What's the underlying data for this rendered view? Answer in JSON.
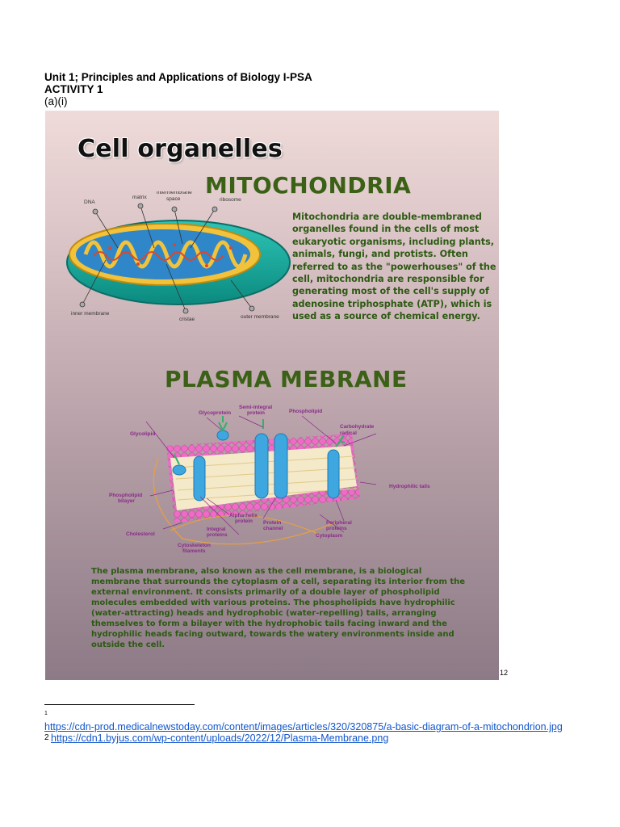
{
  "header": {
    "line1": "Unit 1; Principles and Applications of Biology I-PSA",
    "line2": "ACTIVITY 1",
    "line3": "(a)(i)"
  },
  "poster": {
    "title": "Cell organelles",
    "mitochondria": {
      "heading": "MITOCHONDRIA",
      "description": "Mitochondria are double-membraned organelles found in the cells of most eukaryotic organisms, including plants, animals, fungi, and protists. Often referred to as the \"powerhouses\" of the cell, mitochondria are responsible for generating most of the cell's supply of adenosine triphosphate (ATP), which is used as a source of chemical energy.",
      "labels": {
        "dna": "DNA",
        "matrix": "matrix",
        "intermembrane": "intermembrane",
        "space": "space",
        "ribosome": "ribosome",
        "inner_membrane": "inner membrane",
        "cristae": "cristae",
        "outer_membrane": "outer membrane"
      }
    },
    "plasma_membrane": {
      "heading": "PLASMA MEBRANE",
      "description": "The plasma membrane, also known as the cell membrane, is a biological membrane that surrounds the cytoplasm of a cell, separating its interior from the external environment. It consists primarily of a double layer of phospholipid molecules embedded with various proteins. The phospholipids have hydrophilic (water-attracting) heads and hydrophobic (water-repelling) tails, arranging themselves to form a bilayer with the hydrophobic tails facing inward and the hydrophilic heads facing outward, towards the watery environments inside and outside the cell.",
      "labels": {
        "glycoprotein": "Glycoprotein",
        "semi_integral_1": "Semi-integral",
        "semi_integral_2": "protein",
        "phospholipid": "Phospholipid",
        "carbohydrate_1": "Carbohydrate",
        "carbohydrate_2": "radical",
        "glycolipid": "Glycolipid",
        "hydrophilic_tails": "Hydrophilic tails",
        "phospholipid_bilayer_1": "Phospholipid",
        "phospholipid_bilayer_2": "bilayer",
        "alpha_helix_1": "Alpha-helix",
        "alpha_helix_2": "protein",
        "protein_channel_1": "Protein",
        "protein_channel_2": "channel",
        "peripheral_1": "Peripheral",
        "peripheral_2": "proteins",
        "cholesterol": "Cholesterol",
        "integral_1": "Integral",
        "integral_2": "proteins",
        "cytoplasm": "Cytoplasm",
        "cytoskeleton_1": "Cytoskeleton",
        "cytoskeleton_2": "filaments"
      }
    }
  },
  "page_number": "12",
  "footnotes": [
    {
      "number": "1",
      "url": "https://cdn-prod.medicalnewstoday.com/content/images/articles/320/320875/a-basic-diagram-of-a-mitochondrion.jpg"
    },
    {
      "number": "2",
      "url": "https://cdn1.byjus.com/wp-content/uploads/2022/12/Plasma-Membrane.png"
    }
  ],
  "colors": {
    "heading_green": "#3a6115",
    "text_green": "#2c5a12",
    "link_blue": "#1155cc",
    "label_purple": "#8a2a8a"
  }
}
